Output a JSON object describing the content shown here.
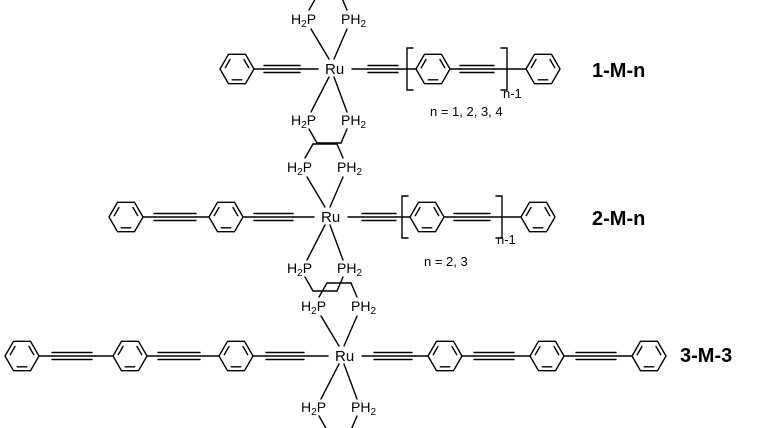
{
  "structures": [
    {
      "id": "1-M-n",
      "label": "1-M-n",
      "condition": "n = 1, 2, 3, 4",
      "repeat": "n-1",
      "metal": "Ru"
    },
    {
      "id": "2-M-n",
      "label": "2-M-n",
      "condition": "n = 2, 3",
      "repeat": "n-1",
      "metal": "Ru"
    },
    {
      "id": "3-M-3",
      "label": "3-M-3",
      "metal": "Ru"
    }
  ],
  "ligand_atoms": {
    "p": "P",
    "h": "H",
    "sub2": "2"
  }
}
